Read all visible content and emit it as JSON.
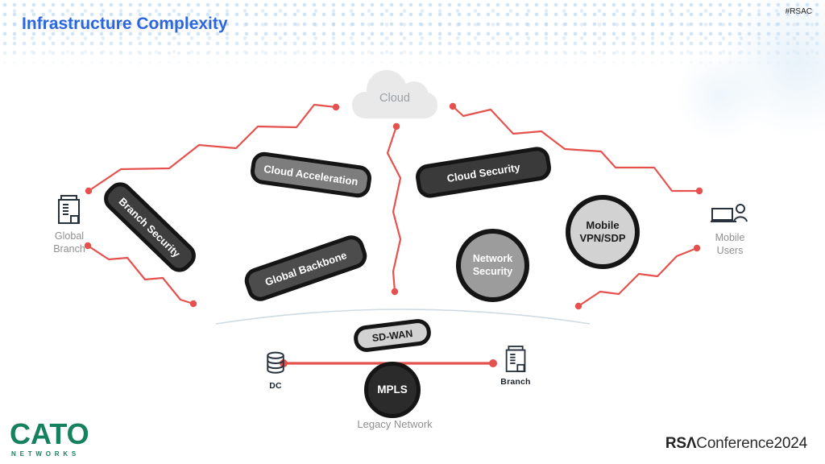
{
  "slide": {
    "title": "Infrastructure Complexity",
    "hashtag": "#RSAC",
    "brand": {
      "name": "CATO",
      "sub": "NETWORKS"
    },
    "conference": {
      "rsa": "RSΛ",
      "name": "Conference",
      "year": "2024"
    }
  },
  "diagram": {
    "cloud_label": "Cloud",
    "pills": {
      "cloud_acceleration": "Cloud Acceleration",
      "cloud_security": "Cloud Security",
      "branch_security": "Branch Security",
      "global_backbone": "Global Backbone",
      "sd_wan": "SD-WAN"
    },
    "circles": {
      "mobile_vpn": {
        "line1": "Mobile",
        "line2": "VPN/SDP"
      },
      "network_security": {
        "line1": "Network",
        "line2": "Security"
      },
      "mpls": "MPLS"
    },
    "endpoints": {
      "global_branch": {
        "line1": "Global",
        "line2": "Branch"
      },
      "mobile_users": {
        "line1": "Mobile",
        "line2": "Users"
      },
      "dc": "DC",
      "branch": "Branch",
      "legacy": "Legacy Network"
    },
    "colors": {
      "accent_red": "#e5524e",
      "title_blue": "#2b66de",
      "brand_green": "#16815f",
      "pill_dark": "#3a3a3a",
      "pill_medium": "#7d7d7d",
      "pill_light": "#d2d2d2",
      "circle_gray": "#9c9c9c",
      "mpls_fill": "#2b2b2b",
      "cloud_fill": "#e9e9e9",
      "muted_text": "#8f8f8f"
    }
  }
}
